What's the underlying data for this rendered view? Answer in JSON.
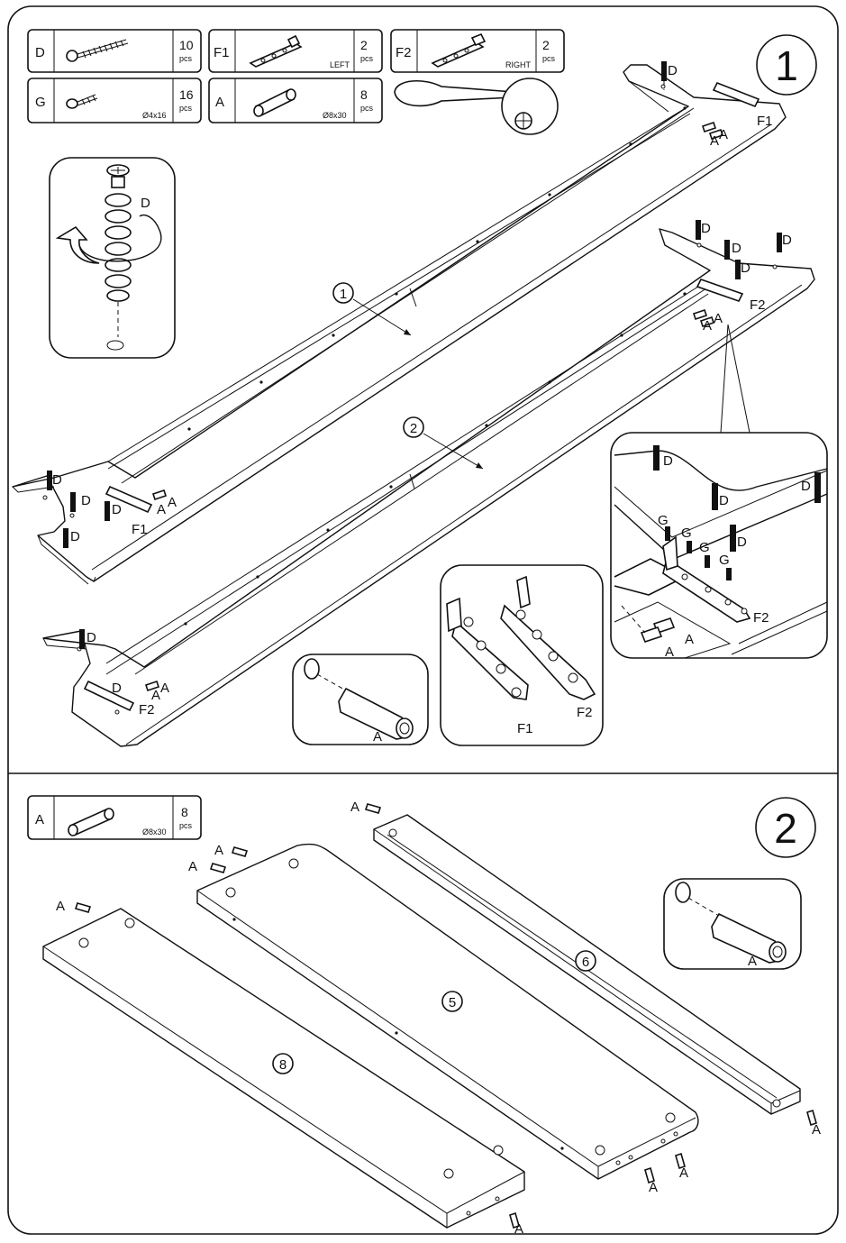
{
  "steps": {
    "step1": "1",
    "step2": "2"
  },
  "parts_step1": [
    {
      "code": "D",
      "qty": "10",
      "unit": "pcs",
      "spec": ""
    },
    {
      "code": "F1",
      "qty": "2",
      "unit": "pcs",
      "spec": "LEFT"
    },
    {
      "code": "F2",
      "qty": "2",
      "unit": "pcs",
      "spec": "RIGHT"
    },
    {
      "code": "G",
      "qty": "16",
      "unit": "pcs",
      "spec": "Ø4x16"
    },
    {
      "code": "A",
      "qty": "8",
      "unit": "pcs",
      "spec": "Ø8x30"
    }
  ],
  "parts_step2": [
    {
      "code": "A",
      "qty": "8",
      "unit": "pcs",
      "spec": "Ø8x30"
    }
  ],
  "panels": {
    "p1": "1",
    "p2": "2",
    "p5": "5",
    "p6": "6",
    "p8": "8"
  },
  "labels": {
    "A": "A",
    "D": "D",
    "F1": "F1",
    "F2": "F2",
    "G": "G"
  },
  "icons": [
    "phillips-screwdriver-icon",
    "dowel-icon",
    "screw-icon",
    "bracket-icon"
  ]
}
